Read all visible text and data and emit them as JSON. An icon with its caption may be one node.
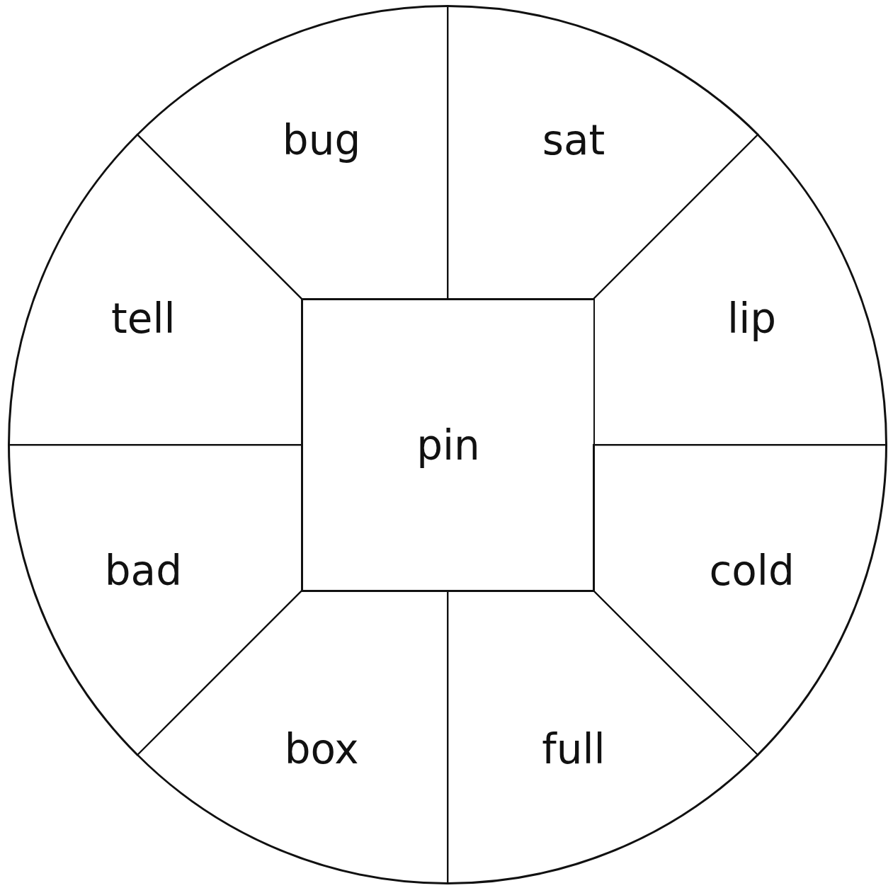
{
  "diagram": {
    "nodes": [
      {
        "text": [],
        "shape": "circle"
      },
      {
        "text": [
          "bug"
        ],
        "in": 0
      },
      {
        "text": [
          "sat"
        ],
        "in": 0
      },
      {
        "text": [
          "tell"
        ],
        "in": 0
      },
      {
        "text": [
          "lip"
        ],
        "in": 0
      },
      {
        "text": [
          "pin"
        ],
        "in": 0
      },
      {
        "text": [
          "bad"
        ],
        "in": 0
      },
      {
        "text": [
          "cold"
        ],
        "in": 0
      },
      {
        "text": [
          "box"
        ],
        "in": 0
      },
      {
        "text": [
          "full"
        ],
        "in": 0
      }
    ]
  }
}
